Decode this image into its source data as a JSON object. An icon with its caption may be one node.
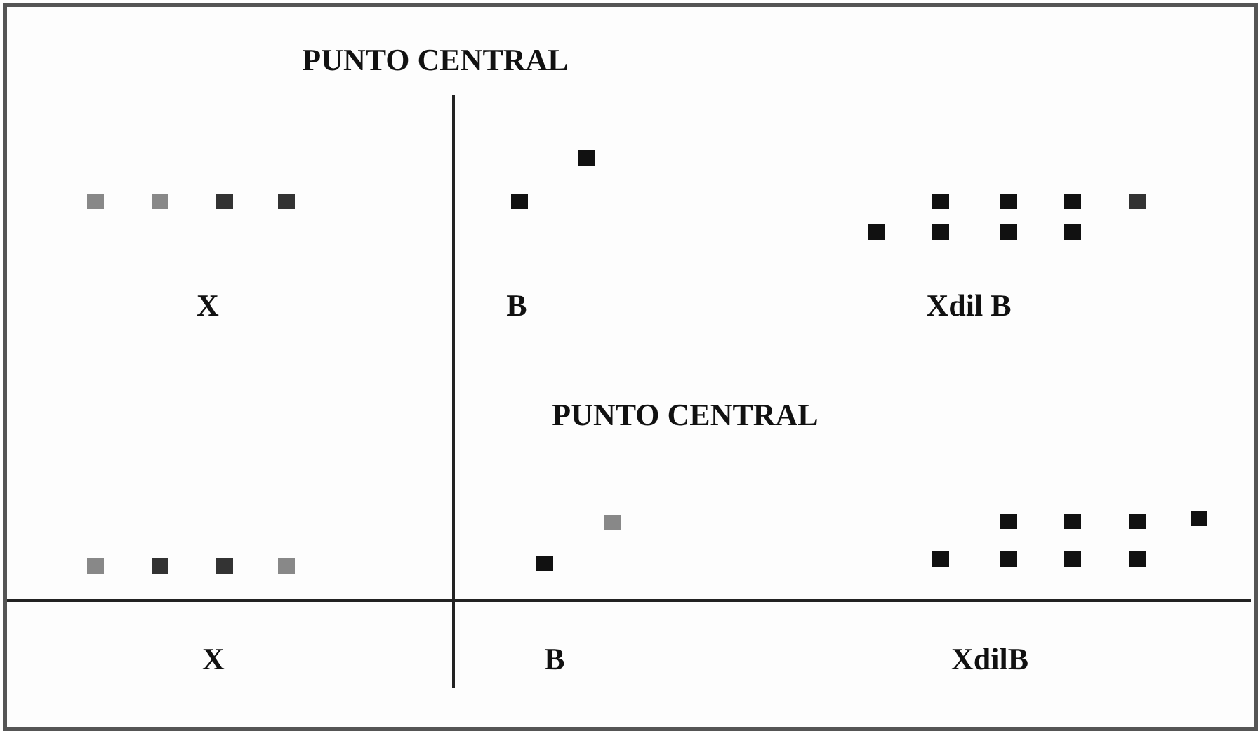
{
  "diagram": {
    "labels": [
      "PUNTO CENTRAL",
      "X",
      "B",
      "Xdil B",
      "PUNTO CENTRAL",
      "X",
      "B",
      "XdilB"
    ]
  }
}
